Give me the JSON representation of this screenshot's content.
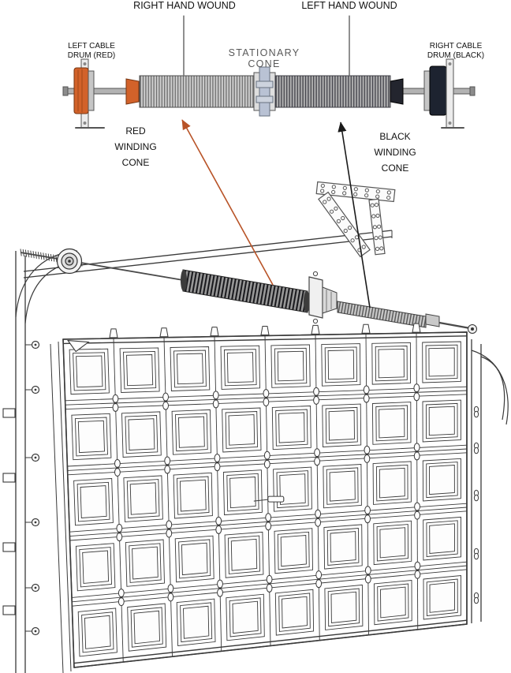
{
  "diagram": {
    "labels": {
      "right_hand_wound": "RIGHT HAND WOUND",
      "left_hand_wound": "LEFT HAND WOUND",
      "left_cable_drum": [
        "LEFT CABLE",
        "DRUM (RED)"
      ],
      "stationary_cone": [
        "STATIONARY",
        "CONE"
      ],
      "right_cable_drum": [
        "RIGHT CABLE",
        "DRUM (BLACK)"
      ],
      "red_winding_cone": [
        "RED",
        "WINDING",
        "CONE"
      ],
      "black_winding_cone": [
        "BLACK",
        "WINDING",
        "CONE"
      ]
    }
  },
  "colors": {
    "drum_red": "#d2622a",
    "winding_cone_red": "#d2622a",
    "drum_black": "#1d2330",
    "winding_cone_black": "#23252e",
    "arrow_red": "#b85327",
    "arrow_black": "#1a1a1a",
    "line_art": "#3a3a3a",
    "stationary_cone_blue": "#b9c2d4"
  }
}
